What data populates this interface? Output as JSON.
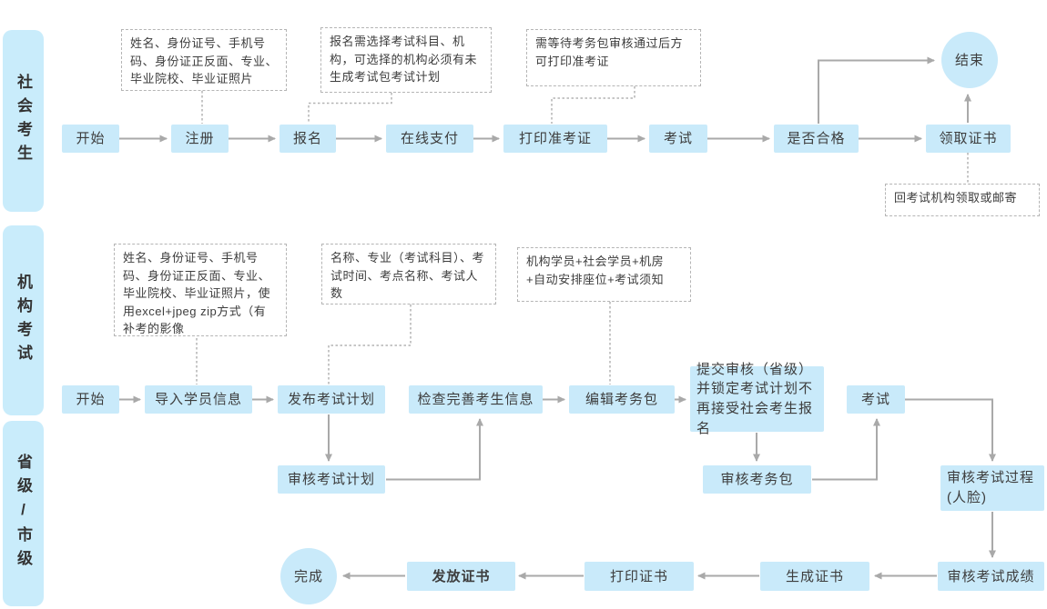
{
  "lanes": [
    {
      "label": "社会考生"
    },
    {
      "label": "机构考试"
    },
    {
      "label": "省级/市级"
    }
  ],
  "nodes": {
    "social_start": "开始",
    "register": "注册",
    "signup": "报名",
    "online_pay": "在线支付",
    "print_admission": "打印准考证",
    "social_exam": "考试",
    "pass_check": "是否合格",
    "receive_cert": "领取证书",
    "social_end": "结束",
    "org_start": "开始",
    "import_students": "导入学员信息",
    "publish_plan": "发布考试计划",
    "check_info": "检查完善考生信息",
    "edit_package": "编辑考务包",
    "submit_review": "提交审核（省级）并锁定考试计划不再接受社会考生报名",
    "org_exam": "考试",
    "review_plan": "审核考试计划",
    "review_package": "审核考务包",
    "review_process": "审核考试过程(人脸)",
    "review_score": "审核考试成绩",
    "generate_cert": "生成证书",
    "print_cert": "打印证书",
    "issue_cert": "发放证书",
    "complete": "完成"
  },
  "notes": {
    "register_info": "姓名、身份证号、手机号码、身份证正反面、专业、毕业院校、毕业证照片",
    "signup_info": "报名需选择考试科目、机构，可选择的机构必须有未生成考试包考试计划",
    "admission_info": "需等待考务包审核通过后方可打印准考证",
    "cert_info": "回考试机构领取或邮寄",
    "import_info": "姓名、身份证号、手机号码、身份证正反面、专业、毕业院校、毕业证照片，使用excel+jpeg zip方式（有补考的影像",
    "plan_info": "名称、专业（考试科目）、考试时间、考点名称、考试人数",
    "package_info": "机构学员+社会学员+机房+自动安排座位+考试须知"
  },
  "colors": {
    "node_fill": "#c9eafa",
    "lane_fill": "#c9ecfb",
    "arrow": "#a9a9a9",
    "dash": "#b3b3b3",
    "note_border": "#b5b5b5",
    "text": "#3d3d3d",
    "background": "#ffffff"
  }
}
